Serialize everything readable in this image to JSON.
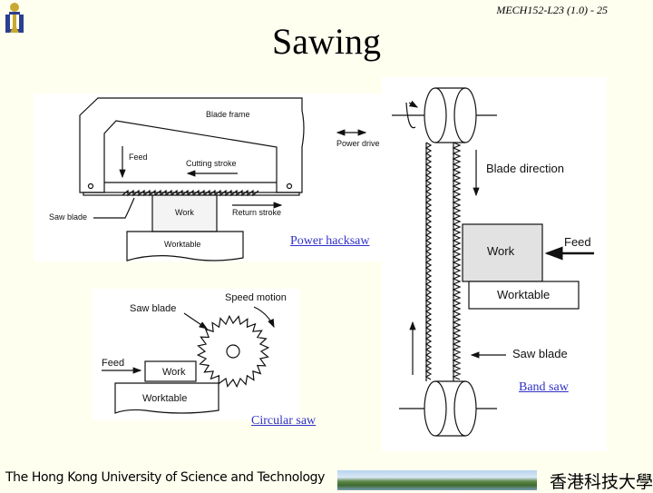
{
  "header": {
    "slide_number": "MECH152-L23 (1.0) - 25",
    "title": "Sawing"
  },
  "power_hacksaw": {
    "caption": "Power hacksaw",
    "labels": {
      "blade_frame": "Blade frame",
      "power_drive": "Power drive",
      "feed": "Feed",
      "cutting_stroke": "Cutting stroke",
      "work": "Work",
      "return_stroke": "Return stroke",
      "saw_blade": "Saw blade",
      "worktable": "Worktable"
    }
  },
  "circular_saw": {
    "caption": "Circular saw",
    "labels": {
      "saw_blade": "Saw blade",
      "speed_motion": "Speed motion",
      "feed": "Feed",
      "work": "Work",
      "worktable": "Worktable"
    }
  },
  "band_saw": {
    "caption": "Band saw",
    "labels": {
      "blade_direction": "Blade direction",
      "feed": "Feed",
      "work": "Work",
      "worktable": "Worktable",
      "saw_blade": "Saw blade"
    }
  },
  "footer": {
    "university_en": "The Hong Kong University of Science and Technology",
    "university_zh": "香港科技大學"
  },
  "colors": {
    "background": "#fffff0",
    "link": "#3030c8",
    "logo_gold": "#c8a832",
    "logo_blue": "#2a3f8f"
  }
}
